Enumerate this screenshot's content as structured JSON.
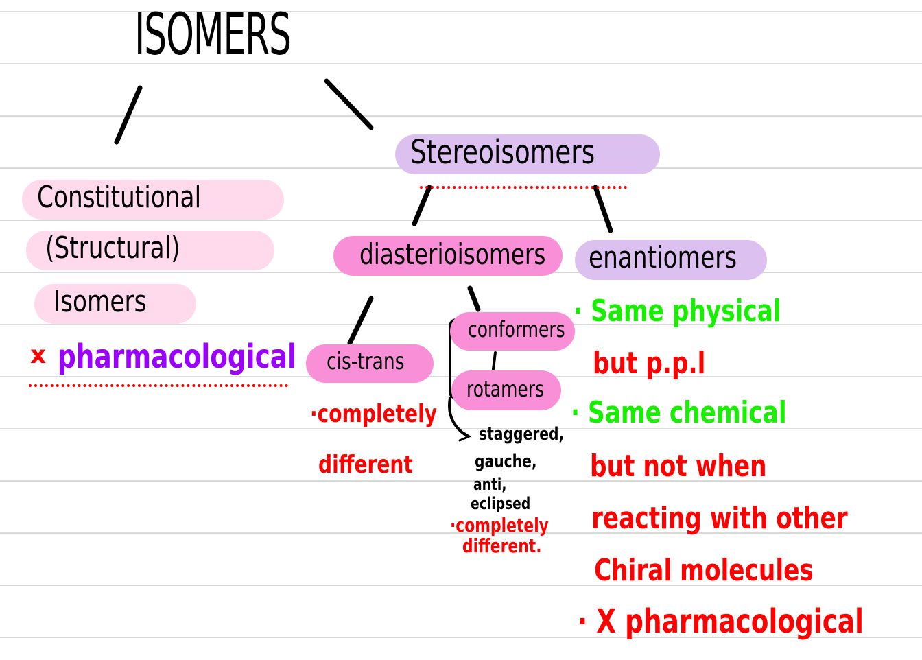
{
  "title": "ISOMERS",
  "left_branch": {
    "line1": "Constitutional",
    "line2": "(Structural)",
    "line3": "Isomers",
    "x_mark": "x",
    "note": "pharmacological"
  },
  "stereo": {
    "label": "Stereoisomers",
    "diastereo": {
      "label": "diasterioisomers",
      "cis_trans": {
        "label": "cis-trans",
        "note_line1": "·completely",
        "note_line2": "different"
      },
      "conformers": "conformers",
      "rotamers": "rotamers",
      "conf_types": [
        "staggered,",
        "gauche,",
        "anti,",
        "eclipsed"
      ],
      "conf_note_line1": "·completely",
      "conf_note_line2": "different."
    },
    "enantiomers": {
      "label": "enantiomers",
      "notes": [
        {
          "text": "· Same physical",
          "color": "green"
        },
        {
          "text": "but p.p.l",
          "color": "red"
        },
        {
          "text": "· Same chemical",
          "color": "green"
        },
        {
          "text": "but not when",
          "color": "red"
        },
        {
          "text": "reacting with other",
          "color": "red"
        },
        {
          "text": "Chiral molecules",
          "color": "red"
        },
        {
          "text": "· X pharmacological",
          "color": "red"
        }
      ]
    }
  },
  "colors": {
    "light_pink": "#ffd9ec",
    "pink": "#f98fd6",
    "lavender": "#dcc1f0",
    "red": "#ff0000",
    "green": "#16f000",
    "purple": "#9b00ff"
  }
}
